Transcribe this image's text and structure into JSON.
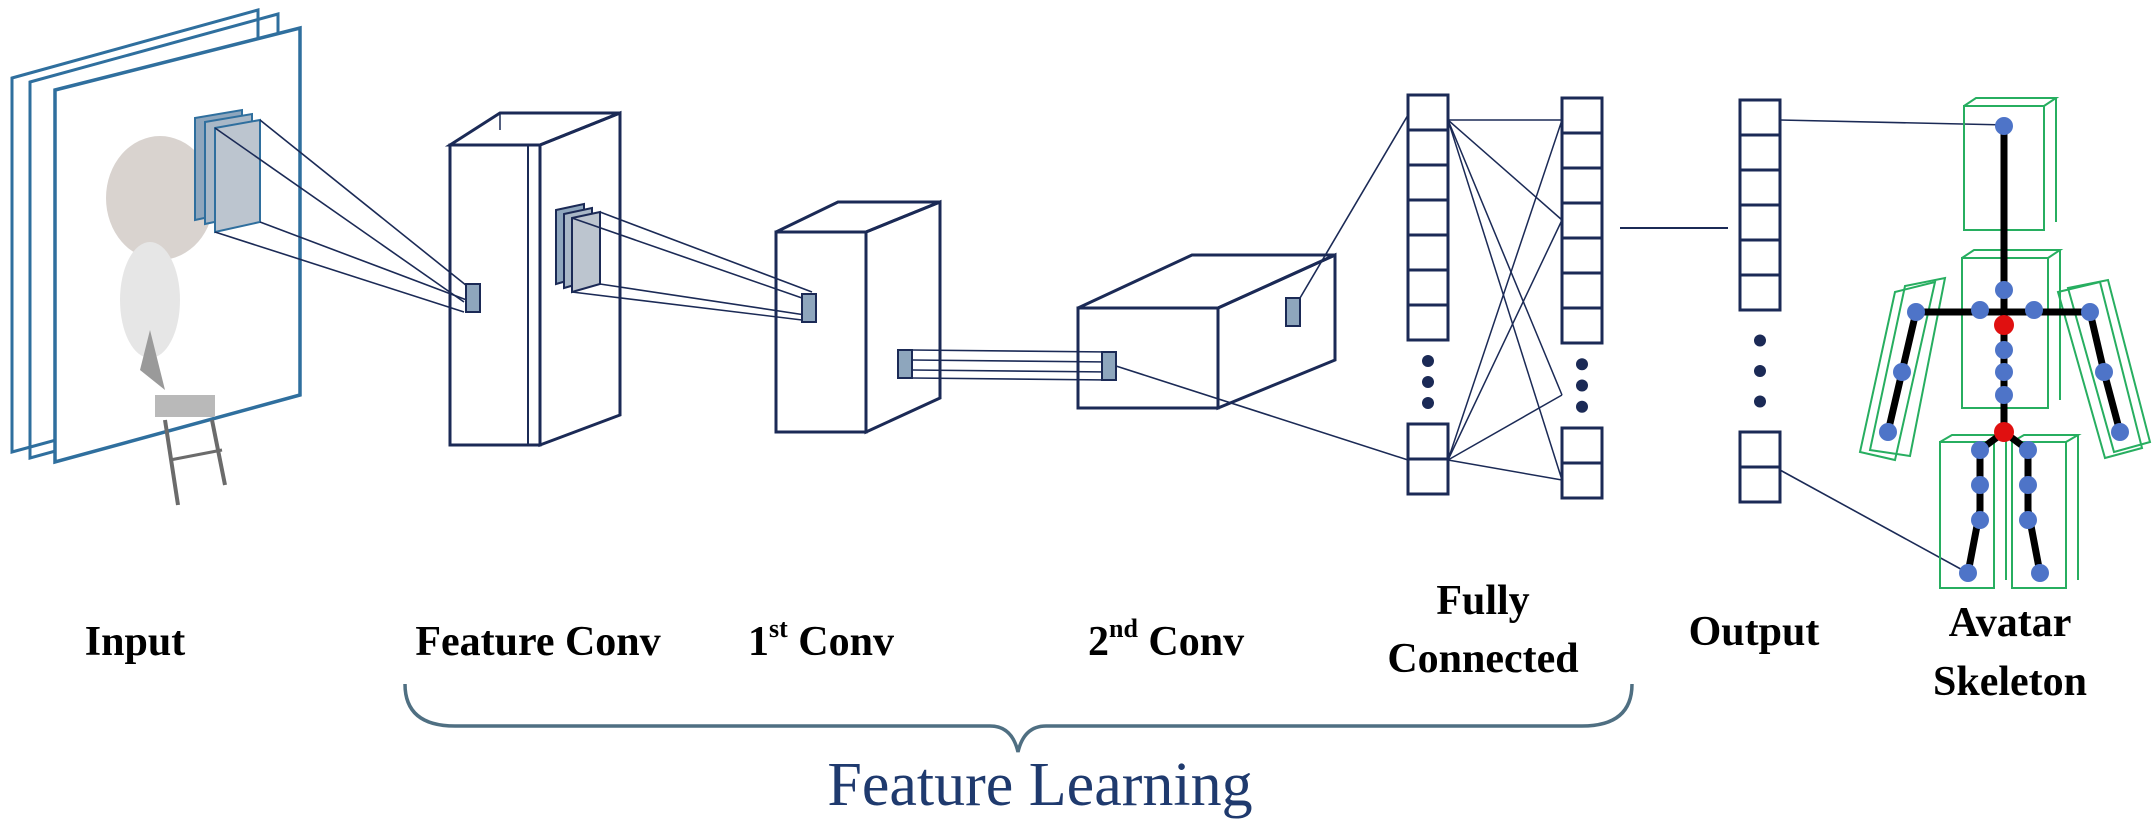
{
  "labels": {
    "input": "Input",
    "feature_conv": "Feature Conv",
    "conv1_pre": "1",
    "conv1_sup": "st",
    "conv1_post": " Conv",
    "conv2_pre": "2",
    "conv2_sup": "nd",
    "conv2_post": " Conv",
    "fully_line1": "Fully",
    "fully_line2": "Connected",
    "output": "Output",
    "avatar_line1": "Avatar",
    "avatar_line2": "Skeleton"
  },
  "feature_learning": "Feature Learning",
  "colors": {
    "navy": "#1b2a56",
    "frame_blue": "#2f6f9e",
    "patch_gray": "#bcc5cf",
    "brace": "#4f6f82",
    "fl_text": "#1f3a6e",
    "bbox_green": "#27ae60",
    "joint_blue": "#4e74c8",
    "joint_red": "#e01010",
    "bone": "#000000",
    "dots": "#1b2a56"
  },
  "icons": [
    "point-cloud-human-icon",
    "skeleton-icon"
  ]
}
